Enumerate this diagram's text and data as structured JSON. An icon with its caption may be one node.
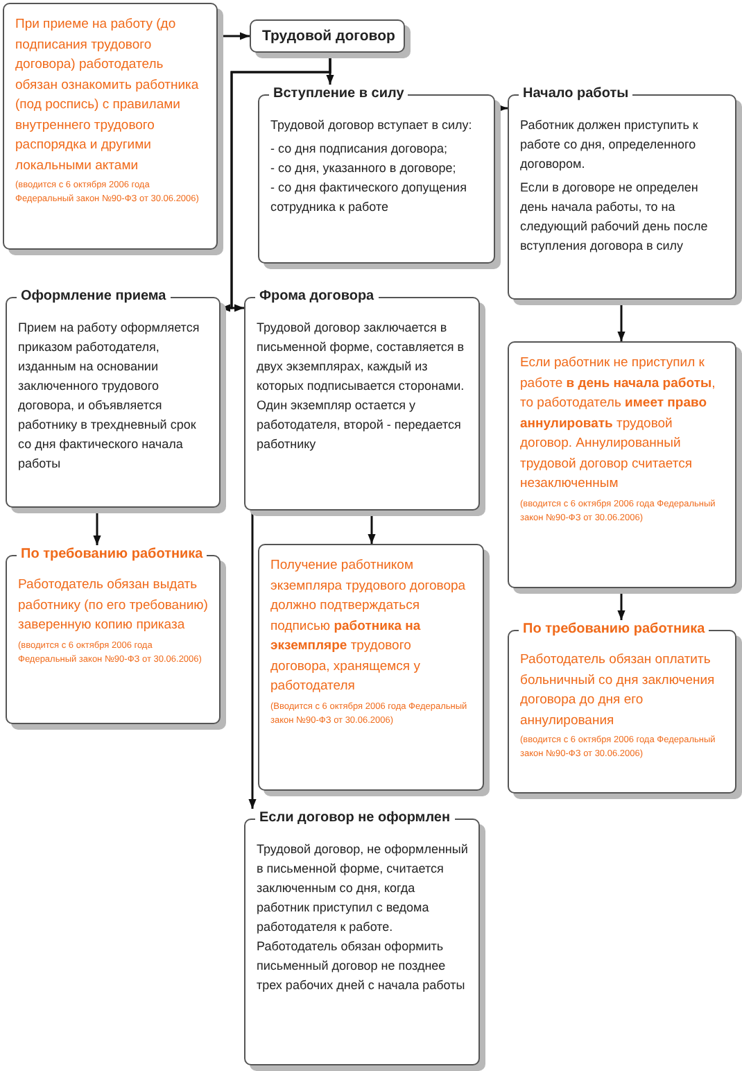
{
  "diagram": {
    "nodes": [
      {
        "text": [
          "При приеме на работу (до подписания трудового договора) работодатель обязан ознакомить работника (под роспись) с правилами внутреннего трудового распорядка и другими локальными актами",
          "(вводится с 6 октября 2006 года Федеральный закон №90-ФЗ от 30.06.2006)"
        ]
      },
      {
        "text": [
          "Трудовой договор"
        ]
      },
      {
        "text": [
          "Вступление в силу",
          "Трудовой договор вступает в силу:",
          "- со дня подписания договора;",
          "- со дня, указанного в договоре;",
          "- со дня фактического допущения сотрудника к работе"
        ]
      },
      {
        "text": [
          "Начало работы",
          "Работник должен приступить к работе со дня, определенного договором.",
          "Если в договоре не определен день начала работы, то на следующий рабочий день после вступления договора в силу"
        ]
      },
      {
        "text": [
          "Оформление приема",
          "Прием на работу оформляется приказом работодателя, изданным на основании заключенного трудового договора, и объявляется работнику в трехдневный срок со дня фактического начала работы"
        ]
      },
      {
        "text": [
          "Фрома договора",
          "Трудовой договор заключается в письменной форме, составляется в двух экземплярах, каждый из которых подписывается сторонами. Один экземпляр остается у работодателя, второй - передается работнику"
        ]
      },
      {
        "text": [
          "По требованию работника",
          "Работодатель обязан выдать работнику (по его требованию) заверенную копию приказа",
          "(вводится с 6 октября 2006 года Федеральный закон №90-ФЗ от 30.06.2006)"
        ]
      },
      {
        "text": [
          "Получение работником экземпляра трудового договора должно подтверждаться подписью **работника на экземпляре** трудового договора, хранящемся у работодателя",
          "(Вводится с 6 октября 2006 года Федеральный закон №90-ФЗ от 30.06.2006)"
        ]
      },
      {
        "text": [
          "Если работник не приступил к работе **в день начала работы**, то работодатель **имеет право аннулировать** трудовой договор. Аннулированный трудовой договор считается незаключенным",
          "(вводится с 6 октября 2006 года Федеральный закон №90-ФЗ от 30.06.2006)"
        ]
      },
      {
        "text": [
          "По требованию работника",
          "Работодатель обязан оплатить больничный со дня заключения договора до дня его аннулирования",
          "(вводится с 6 октября 2006 года Федеральный закон №90-ФЗ от 30.06.2006)"
        ]
      },
      {
        "text": [
          "Если договор не оформлен",
          "Трудовой договор, не оформленный в письменной форме, считается заключенным со дня, когда работник приступил с ведома работодателя к работе. Работодатель обязан оформить письменный договор не позднее трех рабочих дней с начала работы"
        ]
      }
    ],
    "edges": [
      {
        "from": 0,
        "to": 1,
        "arrow": "to"
      },
      {
        "from": 1,
        "to": 2,
        "arrow": "to"
      },
      {
        "from": 2,
        "to": 3,
        "arrow": "to"
      },
      {
        "from": 1,
        "to": 4,
        "arrow": "to"
      },
      {
        "from": 1,
        "to": 5,
        "arrow": "to"
      },
      {
        "from": 5,
        "to": 10,
        "arrow": "to"
      },
      {
        "from": 4,
        "to": 6,
        "arrow": "to"
      },
      {
        "from": 5,
        "to": 7,
        "arrow": "to"
      },
      {
        "from": 3,
        "to": 8,
        "arrow": "to"
      },
      {
        "from": 8,
        "to": 9,
        "arrow": "to"
      }
    ]
  }
}
